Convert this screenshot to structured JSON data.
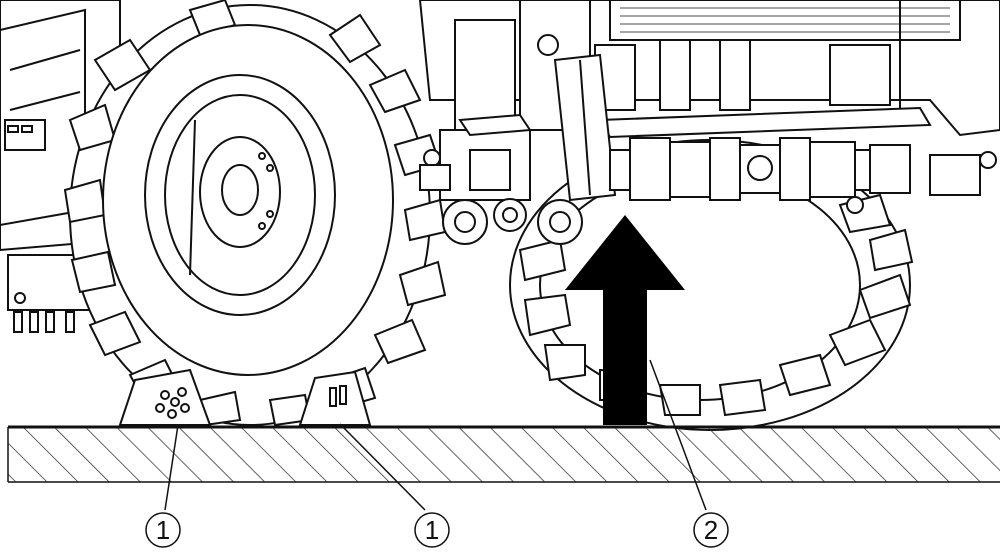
{
  "figure": {
    "callouts": [
      {
        "id": "chock-left",
        "label": "1"
      },
      {
        "id": "chock-right",
        "label": "1"
      },
      {
        "id": "lift-point",
        "label": "2"
      }
    ],
    "colors": {
      "ink": "#111111",
      "arrow": "#000000",
      "background": "#ffffff"
    },
    "icons": [
      "wheel-chock-icon",
      "lift-arrow-icon",
      "tractor-tire-icon"
    ]
  }
}
